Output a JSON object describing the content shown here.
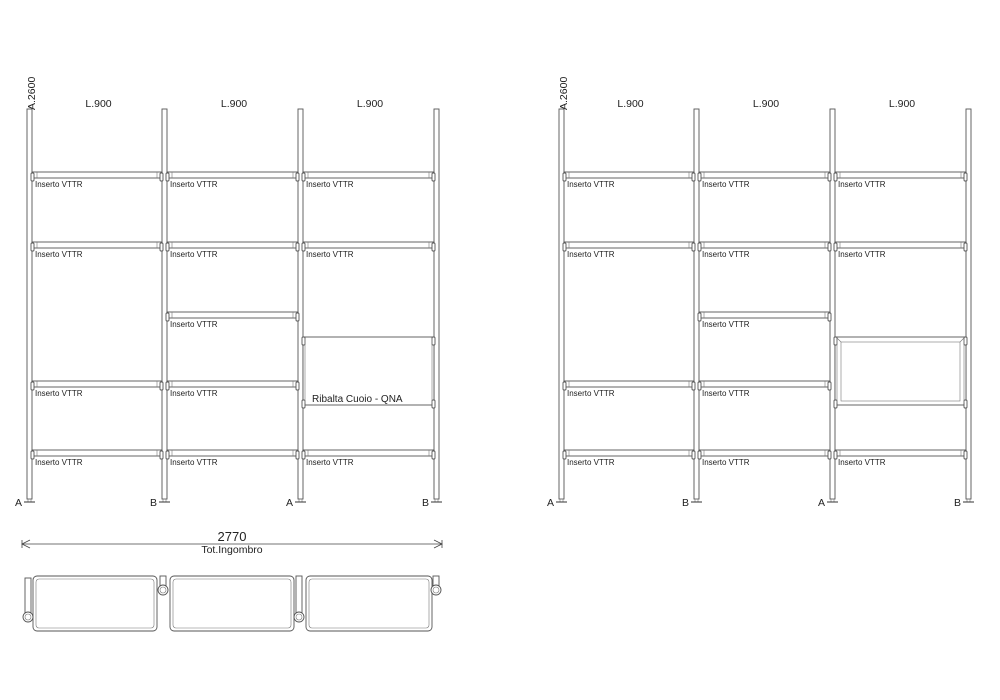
{
  "elevations": [
    {
      "id": "left",
      "height_label": "A.2600",
      "bay_width_labels": [
        "L.900",
        "L.900",
        "L.900"
      ],
      "foot_labels": [
        "A",
        "B",
        "A",
        "B"
      ],
      "bays": [
        {
          "items": [
            {
              "level": 1,
              "type": "shelf",
              "label": "Inserto VTTR"
            },
            {
              "level": 2,
              "type": "shelf",
              "label": "Inserto VTTR"
            },
            {
              "level": 4,
              "type": "shelf",
              "label": "Inserto VTTR"
            },
            {
              "level": 5,
              "type": "shelf",
              "label": "Inserto VTTR"
            }
          ]
        },
        {
          "items": [
            {
              "level": 1,
              "type": "shelf",
              "label": "Inserto VTTR"
            },
            {
              "level": 2,
              "type": "shelf",
              "label": "Inserto VTTR"
            },
            {
              "level": 3,
              "type": "shelf",
              "label": "Inserto VTTR"
            },
            {
              "level": 4,
              "type": "shelf",
              "label": "Inserto VTTR"
            },
            {
              "level": 5,
              "type": "shelf",
              "label": "Inserto VTTR"
            }
          ]
        },
        {
          "items": [
            {
              "level": 1,
              "type": "shelf",
              "label": "Inserto VTTR"
            },
            {
              "level": 2,
              "type": "shelf",
              "label": "Inserto VTTR"
            },
            {
              "level": 3.5,
              "type": "flap-closed",
              "label": "Ribalta Cuoio - QNA"
            },
            {
              "level": 5,
              "type": "shelf",
              "label": "Inserto VTTR"
            }
          ]
        }
      ]
    },
    {
      "id": "right",
      "height_label": "A.2600",
      "bay_width_labels": [
        "L.900",
        "L.900",
        "L.900"
      ],
      "foot_labels": [
        "A",
        "B",
        "A",
        "B"
      ],
      "bays": [
        {
          "items": [
            {
              "level": 1,
              "type": "shelf",
              "label": "Inserto VTTR"
            },
            {
              "level": 2,
              "type": "shelf",
              "label": "Inserto VTTR"
            },
            {
              "level": 4,
              "type": "shelf",
              "label": "Inserto VTTR"
            },
            {
              "level": 5,
              "type": "shelf",
              "label": "Inserto VTTR"
            }
          ]
        },
        {
          "items": [
            {
              "level": 1,
              "type": "shelf",
              "label": "Inserto VTTR"
            },
            {
              "level": 2,
              "type": "shelf",
              "label": "Inserto VTTR"
            },
            {
              "level": 3,
              "type": "shelf",
              "label": "Inserto VTTR"
            },
            {
              "level": 4,
              "type": "shelf",
              "label": "Inserto VTTR"
            },
            {
              "level": 5,
              "type": "shelf",
              "label": "Inserto VTTR"
            }
          ]
        },
        {
          "items": [
            {
              "level": 1,
              "type": "shelf",
              "label": "Inserto VTTR"
            },
            {
              "level": 2,
              "type": "shelf",
              "label": "Inserto VTTR"
            },
            {
              "level": 3.5,
              "type": "flap-open",
              "label": ""
            },
            {
              "level": 5,
              "type": "shelf",
              "label": "Inserto VTTR"
            }
          ]
        }
      ]
    }
  ],
  "plan": {
    "dimension_value": "2770",
    "dimension_label": "Tot.Ingombro",
    "bays": 3
  }
}
